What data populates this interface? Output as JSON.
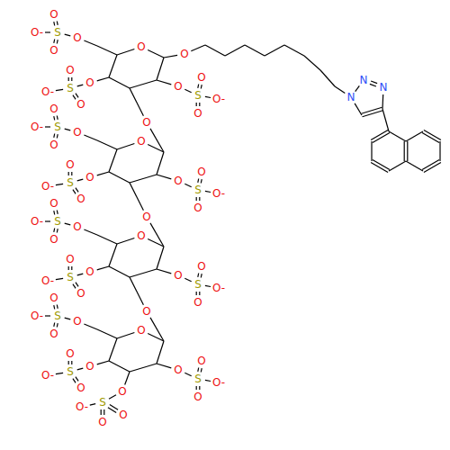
{
  "diagram": {
    "labels": [
      "O",
      "O",
      "O",
      "S",
      "O",
      "O",
      "O-",
      "O",
      "S",
      "O",
      "O",
      "O-",
      "O",
      "S",
      "O",
      "O",
      "O-",
      "O",
      "N",
      "N",
      "N",
      "O",
      "O",
      "S",
      "O",
      "O",
      "O-",
      "O",
      "S",
      "O",
      "O",
      "O-",
      "O",
      "S",
      "O",
      "O",
      "O-",
      "O",
      "O",
      "O",
      "S",
      "O",
      "O",
      "O-",
      "O",
      "S",
      "O",
      "O",
      "O-",
      "O",
      "S",
      "O",
      "O",
      "O-",
      "O",
      "O",
      "O",
      "S",
      "O",
      "O",
      "O-",
      "O",
      "S",
      "O",
      "O",
      "O-",
      "O",
      "S",
      "O",
      "O",
      "O-",
      "O",
      "S",
      "O",
      "O",
      "O-"
    ]
  }
}
